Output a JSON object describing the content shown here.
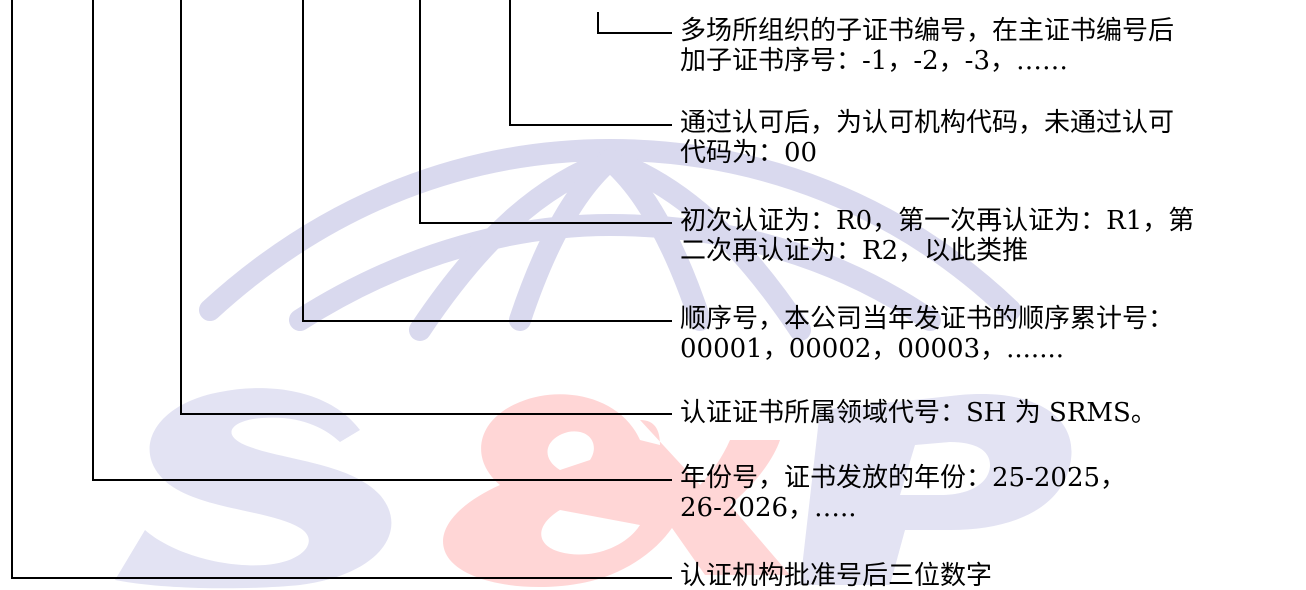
{
  "watermark": {
    "logo_text": "S&P",
    "globe_color": "#d9d9ee",
    "s_color": "#e3e3f3",
    "amp_color": "#ffd6d6",
    "p_color": "#e3e3f3"
  },
  "descriptions": [
    {
      "id": "sub_cert",
      "text": "多场所组织的子证书编号，在主证书编号后\n加子证书序号：-1，-2，-3，……"
    },
    {
      "id": "accreditation",
      "text": "通过认可后，为认可机构代码，未通过认可\n代码为：00"
    },
    {
      "id": "recert",
      "text": "初次认证为：R0，第一次再认证为：R1，第\n二次再认证为：R2，以此类推"
    },
    {
      "id": "sequence",
      "text": "顺序号，本公司当年发证书的顺序累计号：\n00001，00002，00003，......."
    },
    {
      "id": "domain_code",
      "text": "认证证书所属领域代号：SH 为 SRMS。"
    },
    {
      "id": "year",
      "text": "年份号，证书发放的年份：25-2025，\n26-2026，….."
    },
    {
      "id": "approval",
      "text": "认证机构批准号后三位数字"
    }
  ]
}
